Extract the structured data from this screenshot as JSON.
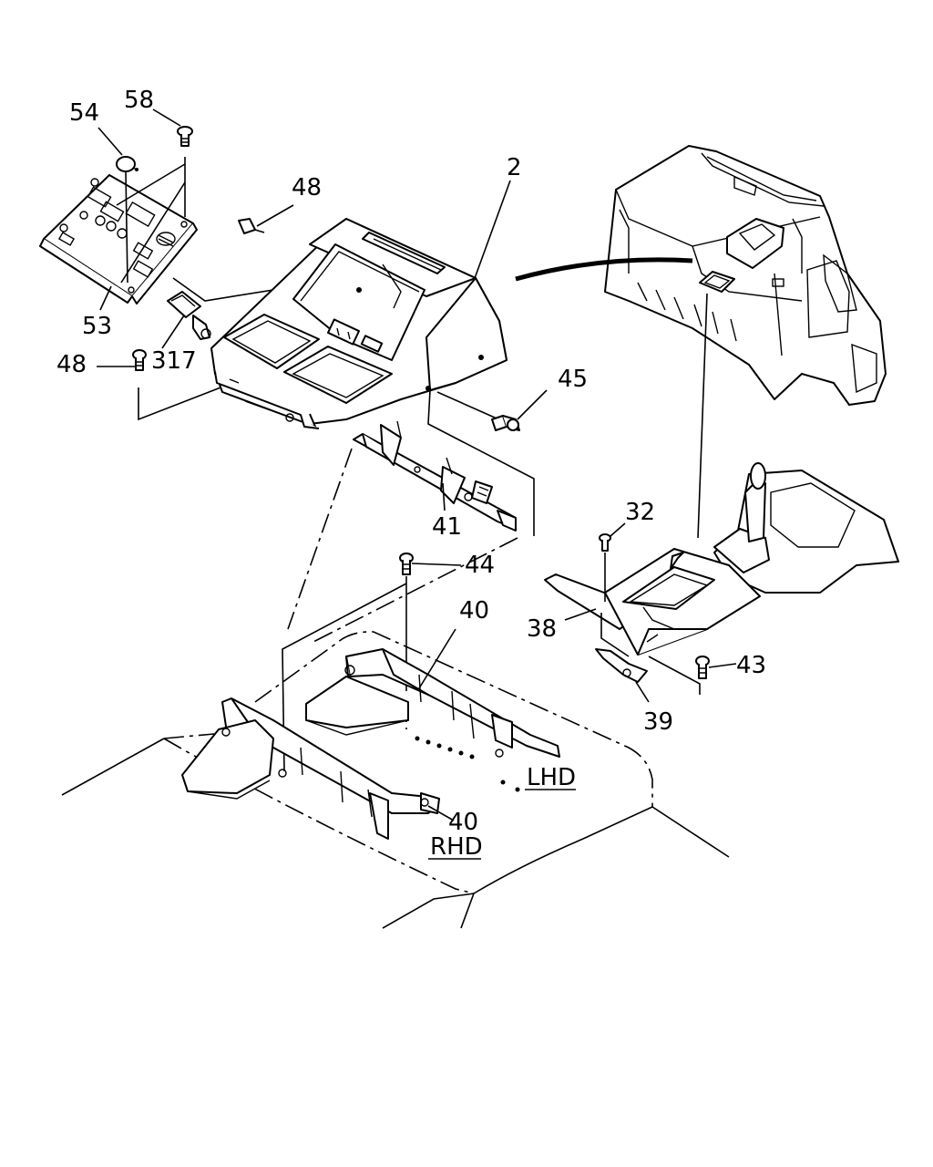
{
  "callouts": {
    "c54": "54",
    "c58": "58",
    "c48_top": "48",
    "c2": "2",
    "c53": "53",
    "c48_left": "48",
    "c317": "317",
    "c45": "45",
    "c41": "41",
    "c32": "32",
    "c44": "44",
    "c40_top": "40",
    "c38": "38",
    "c43": "43",
    "c39": "39",
    "c40_bottom": "40"
  },
  "variants": {
    "lhd": "LHD",
    "rhd": "RHD"
  }
}
